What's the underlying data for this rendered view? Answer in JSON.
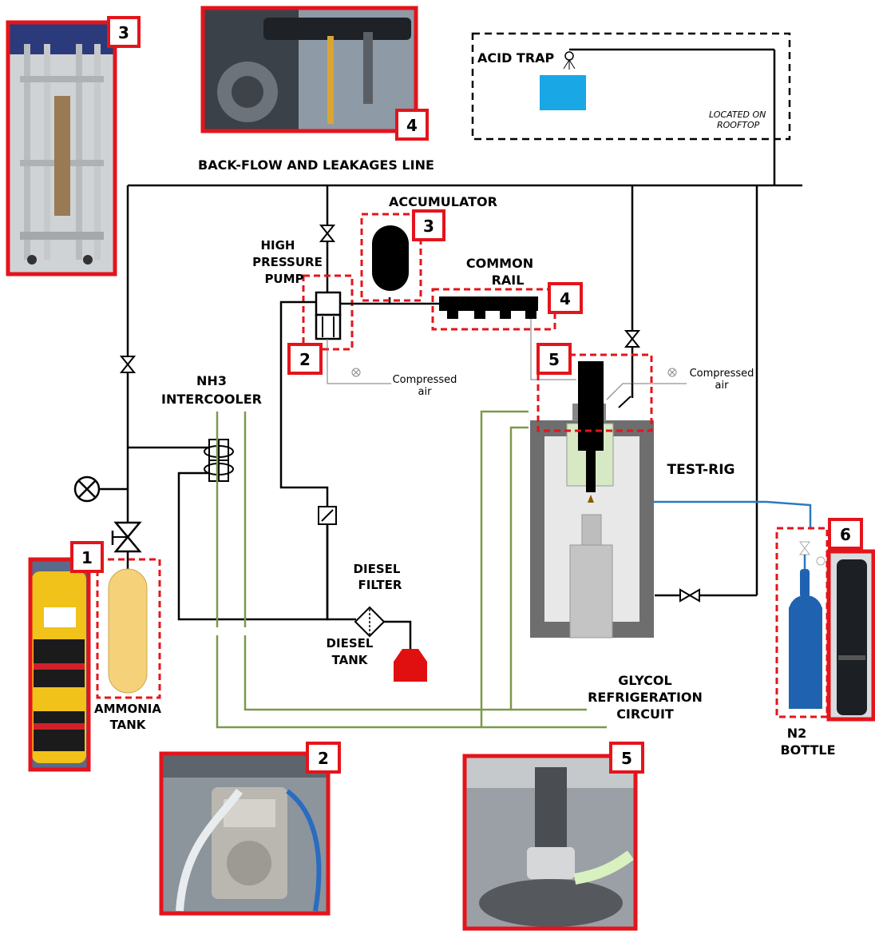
{
  "labels": {
    "back_flow": "BACK-FLOW AND LEAKAGES LINE",
    "acid_trap": "ACID TRAP",
    "located_on_1": "LOCATED ON",
    "located_on_2": "ROOFTOP",
    "accumulator": "ACCUMULATOR",
    "hp_pump_1": "HIGH",
    "hp_pump_2": "PRESSURE",
    "hp_pump_3": "PUMP",
    "common_rail_1": "COMMON",
    "common_rail_2": "RAIL",
    "nh3_1": "NH3",
    "nh3_2": "INTERCOOLER",
    "compressed_air_1a": "Compressed",
    "compressed_air_1b": "air",
    "compressed_air_2a": "Compressed",
    "compressed_air_2b": "air",
    "test_rig": "TEST-RIG",
    "diesel_filter_1": "DIESEL",
    "diesel_filter_2": "FILTER",
    "diesel_tank_1": "DIESEL",
    "diesel_tank_2": "TANK",
    "glycol_1": "GLYCOL",
    "glycol_2": "REFRIGERATION",
    "glycol_3": "CIRCUIT",
    "ammonia_1": "AMMONIA",
    "ammonia_2": "TANK",
    "n2_1": "N2",
    "n2_2": "BOTTLE"
  },
  "badges": {
    "photo_top_left": "3",
    "photo_top_mid": "4",
    "accumulator": "3",
    "common_rail": "4",
    "hp_pump": "2",
    "injector": "5",
    "ammonia": "1",
    "n2": "6",
    "photo_bottom_left": "2",
    "photo_bottom_right": "5"
  },
  "photos": {
    "top_left": "photo-accumulator-frame",
    "top_mid": "photo-common-rail",
    "left_mid": "photo-ammonia-tank",
    "right_mid": "photo-n2-bottle",
    "bottom_left": "photo-high-pressure-pump",
    "bottom_right": "photo-injector-mount"
  },
  "colors": {
    "frame_red": "#e4141b",
    "ammonia_tank": "#f5d27a",
    "acid_water": "#1aa7e6",
    "glycol": "#7a9a4a",
    "n2_bottle": "#1f63b0",
    "diesel_tank": "#e01010"
  }
}
